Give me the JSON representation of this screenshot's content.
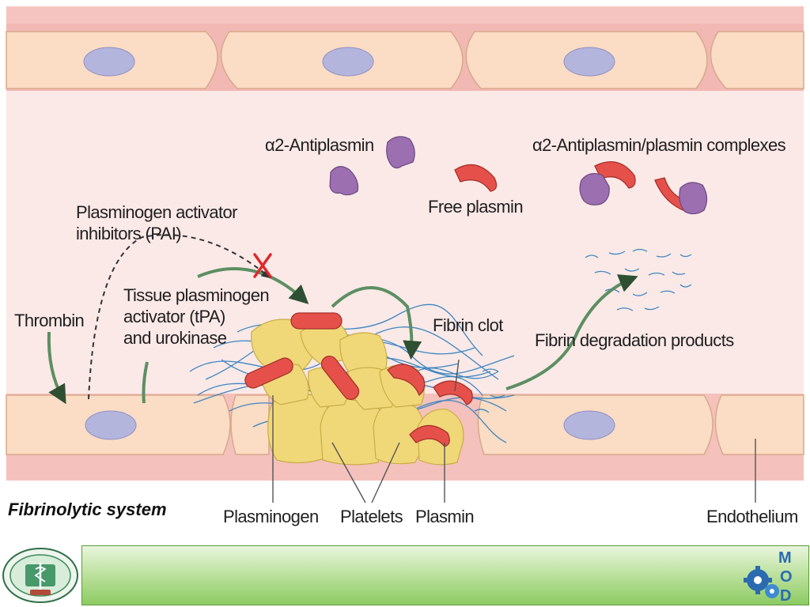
{
  "labels": {
    "alpha_antiplasmin": "α2-Antiplasmin",
    "complexes": "α2-Antiplasmin/plasmin complexes",
    "free_plasmin": "Free plasmin",
    "pai": "Plasminogen activator\ninhibitors (PAI)",
    "thrombin": "Thrombin",
    "tpa": "Tissue plasminogen\nactivator (tPA)\nand urokinase",
    "fibrin_clot": "Fibrin clot",
    "fdp": "Fibrin degradation products",
    "plasminogen": "Plasminogen",
    "platelets": "Platelets",
    "plasmin": "Plasmin",
    "endothelium": "Endothelium"
  },
  "caption": "Fibrinolytic system",
  "colors": {
    "vessel_wall": "#f2b8b4",
    "lumen": "#fbe9e7",
    "cell": "#fbdcc4",
    "nucleus": "#b3b5dd",
    "platelet": "#f0d879",
    "plasmin": "#e5514a",
    "antiplasmin": "#9b6fb0",
    "fibrin": "#3d86c2",
    "arrow": "#5c8f62",
    "footer_band": "#9fd474"
  },
  "icons": {
    "left_logo": "university-seal-icon",
    "right_logo": "mod-gears-icon"
  }
}
